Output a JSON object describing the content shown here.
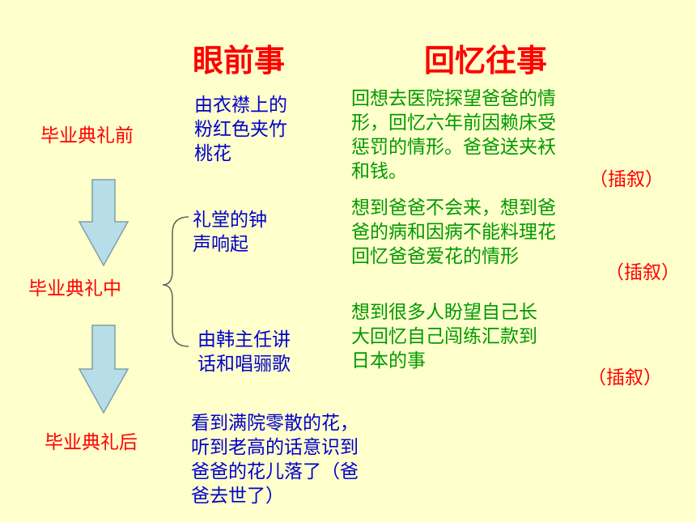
{
  "headings": {
    "present": "眼前事",
    "recall": "回忆往事"
  },
  "stages": {
    "before": "毕业典礼前",
    "during": "毕业典礼中",
    "after": "毕业典礼后"
  },
  "present_events": {
    "before": [
      "由衣襟上的",
      "粉红色夹竹",
      "桃花"
    ],
    "bell": [
      "礼堂的钟",
      "声响起"
    ],
    "speech": [
      "由韩主任讲",
      "话和唱骊歌"
    ],
    "after": [
      "看到满院零散的花，",
      "听到老高的话意识到",
      "爸爸的花儿落了（爸",
      "爸去世了）"
    ]
  },
  "recollections": {
    "first": [
      "回想去医院探望爸爸的情",
      "形，回忆六年前因赖床受",
      "惩罚的情形。爸爸送夹袄",
      "和钱。"
    ],
    "second": [
      "想到爸爸不会来，想到爸",
      "爸的病和因病不能料理花",
      "回忆爸爸爱花的情形"
    ],
    "third": [
      "想到很多人盼望自己长",
      "大回忆自己闯练汇款到",
      "日本的事"
    ]
  },
  "tags": {
    "first": "（插叙）",
    "second": "（插叙）",
    "third": "（插叙）"
  },
  "colors": {
    "background": "#FFFFCC",
    "heading": "#FF0000",
    "present_text": "#0000CC",
    "recall_text": "#009900",
    "arrow_fill": "#B7DDE8",
    "arrow_stroke": "#7F9FA8"
  }
}
